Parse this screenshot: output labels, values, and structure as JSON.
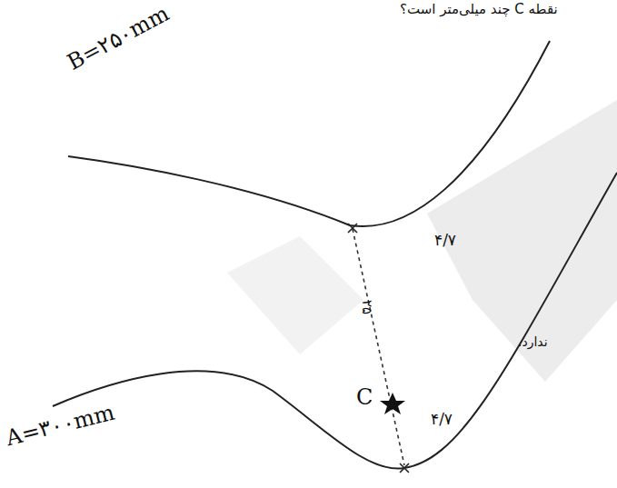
{
  "diagram": {
    "labels": [
      "نقطه C چند میلی‌متر است؟",
      "B=۲۵۰mm",
      "A=۳۰۰mm",
      "C",
      "۲۵",
      "۴/۷",
      "۴/۷",
      "ندارد."
    ]
  }
}
